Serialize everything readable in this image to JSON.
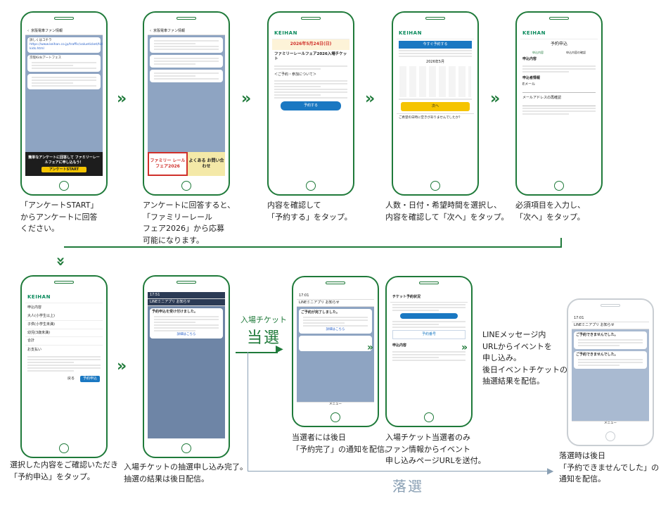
{
  "captions": {
    "c1": "「アンケートSTART」\nからアンケートに回答\nください。",
    "c2": "アンケートに回答すると、\n「ファミリーレール\nフェア2026」から応募\n可能になります。",
    "c3": "内容を確認して\n「予約する」をタップ。",
    "c4": "人数・日付・希望時間を選択し、\n内容を確認して「次へ」をタップ。",
    "c5": "必須項目を入力し、\n「次へ」をタップ。",
    "c6": "選択した内容をご確認いただき\n「予約申込」をタップ。",
    "c7": "入場チケットの抽選申し込み完了。\n抽選の結果は後日配信。",
    "c8": "当選者には後日\n「予約完了」の通知を配信。",
    "c9": "入場チケット当選者のみ\nファン情報からイベント\n申し込みページURLを送付。",
    "c10": "LINEメッセージ内\nURLからイベントを\n申し込み。\n後日イベントチケットの\n抽選結果を配信。",
    "c11": "落選時は後日\n「予約できませんでした」の\n通知を配信。"
  },
  "labels": {
    "win_small": "入場チケット",
    "win_big": "当選",
    "lose": "落選"
  },
  "p1": {
    "chat_title": "京阪電車ファン情報",
    "msg1": "詳しくはコチラ",
    "link1": "https://www.keihan.co.jp/traffic/valueticket/ticket/keihan-kids.html",
    "msg2": "京阪Kidsアートフェス",
    "rich_text": "簡単なアンケートに回答して ファミリーレールフェアに申し込もう！",
    "rich_btn": "アンケートSTART"
  },
  "p2": {
    "chat_title": "京阪電車ファン情報",
    "menu_left": "ファミリー レールフェア2026",
    "menu_right": "よくある お問い合わせ"
  },
  "p3": {
    "brand": "KEIHAN",
    "date": "2026年5月24日(日)",
    "title": "ファミリーレールフェア2026入場チケット",
    "section": "＜ご予約・参加について＞",
    "button": "予約する"
  },
  "p4": {
    "brand": "KEIHAN",
    "header": "今すぐ予約する",
    "month": "2026年5月",
    "next": "次へ",
    "footer": "ご希望の日時に空きがありませんでしたか？"
  },
  "p5": {
    "brand": "KEIHAN",
    "title": "予約申込",
    "step1": "申込内容",
    "step2": "申込内容の確認",
    "field1": "申込内容",
    "field2": "申込者情報",
    "email": "Eメール",
    "email_confirm": "メールアドレスの再確認"
  },
  "p6": {
    "brand": "KEIHAN",
    "section": "申込内容",
    "row1": "大人(小学生以上)",
    "row2": "子供(小学生未満)",
    "row3": "幼児(3歳未満)",
    "row4": "合計",
    "pay": "お支払い",
    "back": "戻る",
    "submit": "予約申込"
  },
  "p7": {
    "time": "17:51",
    "chat_title": "LINEミニアプリ お知らせ",
    "heading": "予約申込を受け付けました。",
    "link": "詳細はこちら"
  },
  "p8": {
    "time": "17:01",
    "chat_title": "LINEミニアプリ お知らせ",
    "heading": "ご予約が完了しました。",
    "link": "詳細はこちら",
    "footer": "メニュー"
  },
  "p9": {
    "section": "チケット予約状況",
    "button": "予約番号",
    "sub": "申込内容"
  },
  "p11": {
    "time": "17:01",
    "chat_title": "LINEミニアプリ お知らせ",
    "heading1": "ご予約できませんでした。",
    "heading2": "ご予約できませんでした。",
    "footer": "メニュー"
  }
}
